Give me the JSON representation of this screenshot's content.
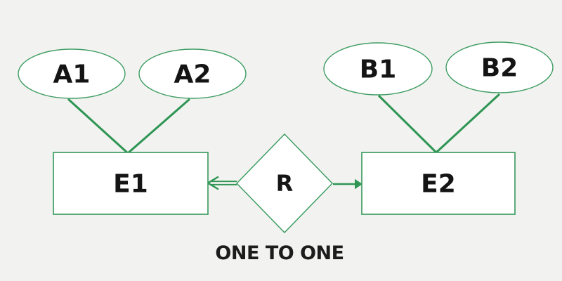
{
  "colors": {
    "background": "#f2f3f1",
    "shape_fill": "#ffffff",
    "outline_green": "#3f9d63",
    "connector_green": "#2e9553",
    "label_text": "#141414",
    "caption_text": "#1c1c1c"
  },
  "diagram": {
    "type": "entity-relationship",
    "caption": "ONE TO ONE",
    "relationship": {
      "label": "R",
      "cardinality": "ONE TO ONE"
    },
    "entities": {
      "e1": {
        "label": "E1"
      },
      "e2": {
        "label": "E2"
      }
    },
    "attributes": {
      "a1": {
        "label": "A1",
        "attached_to": "E1"
      },
      "a2": {
        "label": "A2",
        "attached_to": "E1"
      },
      "b1": {
        "label": "B1",
        "attached_to": "E2"
      },
      "b2": {
        "label": "B2",
        "attached_to": "E2"
      }
    }
  }
}
